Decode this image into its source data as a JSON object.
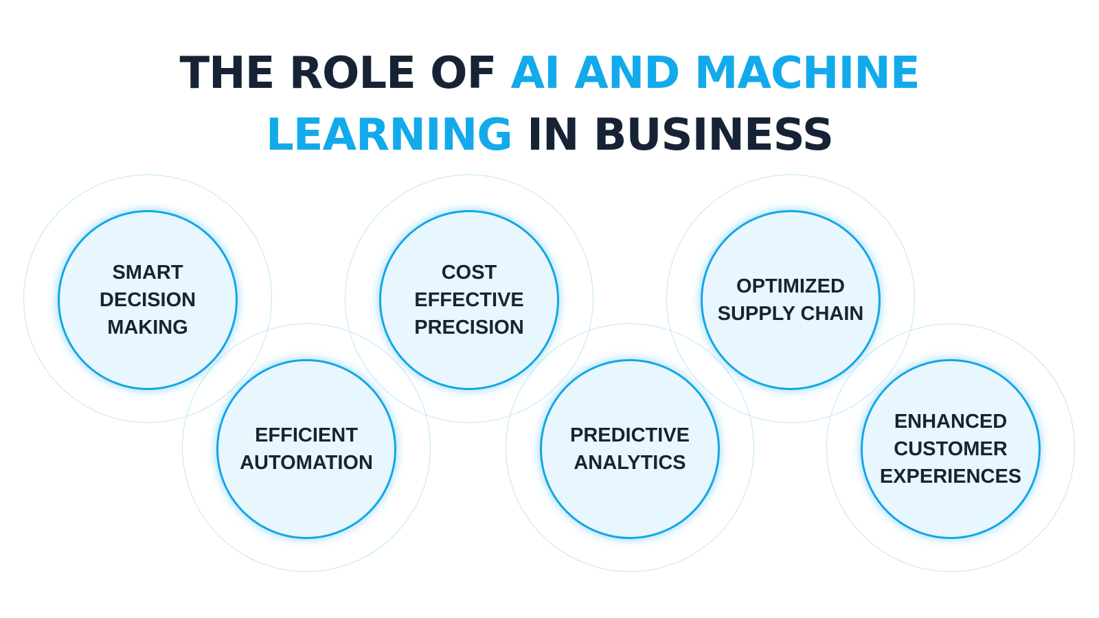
{
  "title": {
    "part1": "THE ROLE OF ",
    "accent1": "AI AND MACHINE",
    "accent2": "LEARNING",
    "part2": " IN BUSINESS"
  },
  "colors": {
    "title_dark": "#172335",
    "accent_blue": "#12aaea",
    "circle_fill": "#e8f6fd",
    "circle_border": "#12a6e6",
    "outer_ring": "#bfe6f6"
  },
  "nodes": [
    {
      "label": "SMART\nDECISION\nMAKING"
    },
    {
      "label": "EFFICIENT\nAUTOMATION"
    },
    {
      "label": "COST\nEFFECTIVE\nPRECISION"
    },
    {
      "label": "PREDICTIVE\nANALYTICS"
    },
    {
      "label": "OPTIMIZED\nSUPPLY CHAIN"
    },
    {
      "label": "ENHANCED\nCUSTOMER\nEXPERIENCES"
    }
  ]
}
